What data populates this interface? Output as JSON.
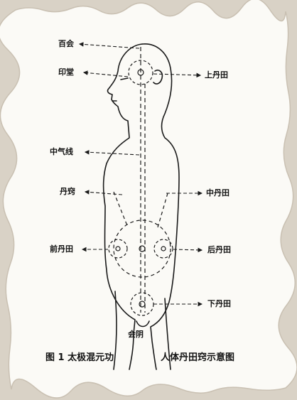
{
  "labels": {
    "baihui": "百会",
    "yintang": "印堂",
    "shang_dantian": "上丹田",
    "zhongqixian": "中气线",
    "danqiao": "丹窍",
    "zhong_dantian": "中丹田",
    "qian_dantian": "前丹田",
    "hou_dantian": "后丹田",
    "xia_dantian": "下丹田",
    "huiyin": "会阴"
  },
  "caption": {
    "figure": "图 1 太极混元功",
    "title": "人体丹田窍示意图"
  },
  "colors": {
    "paper": "#fbfaf6",
    "ink": "#1a1a1a",
    "border": "#d9d2c6"
  }
}
